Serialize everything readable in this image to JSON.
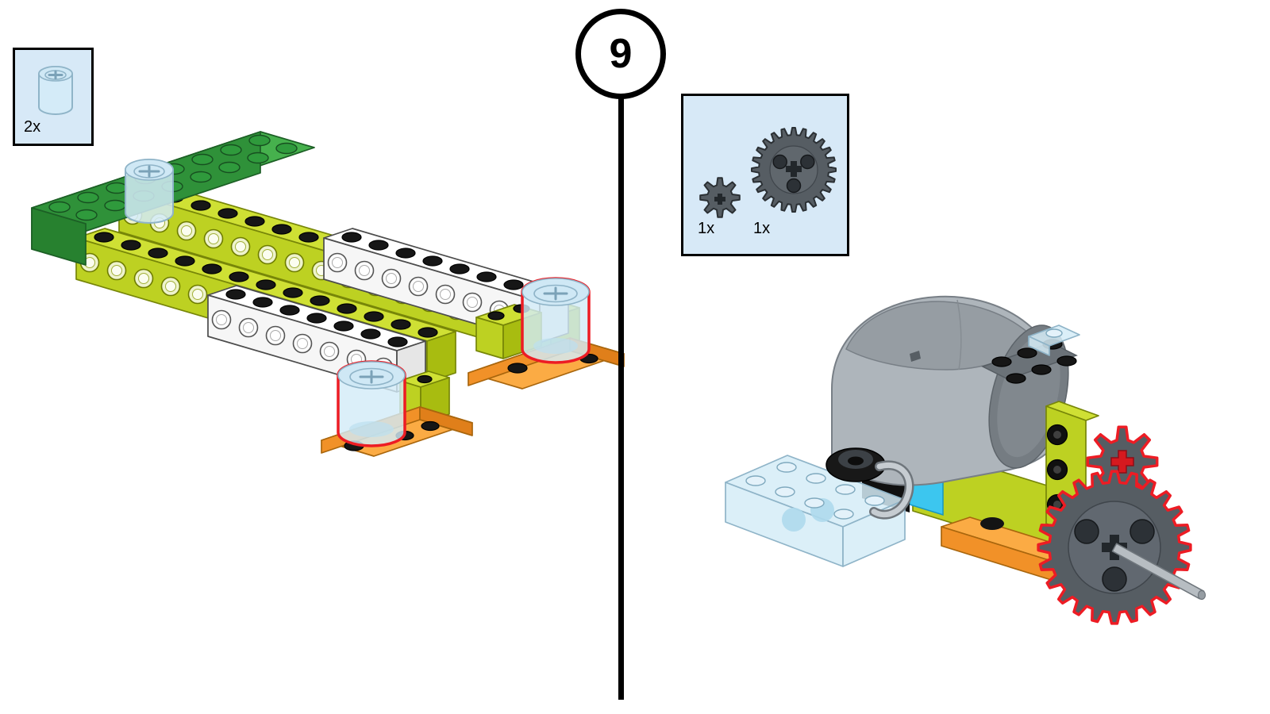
{
  "step": {
    "number": "9"
  },
  "callouts": {
    "left": {
      "count": "2x",
      "part": "brick-round-2x2-transparent"
    },
    "right": {
      "items": [
        {
          "count": "1x",
          "part": "gear-8-tooth"
        },
        {
          "count": "1x",
          "part": "gear-24-tooth"
        }
      ]
    }
  },
  "colors": {
    "callout_bg": "#d7e9f7",
    "callout_border": "#000000",
    "divider": "#000000",
    "lime": "#c3d532",
    "green": "#3fae49",
    "orange": "#f6a53d",
    "highlight_red": "#ed1c24",
    "cyan": "#3cc6ef",
    "motor_gray": "#aeb5bb",
    "gear_gray": "#565d63",
    "trans_blue": "#d5ecf7"
  }
}
